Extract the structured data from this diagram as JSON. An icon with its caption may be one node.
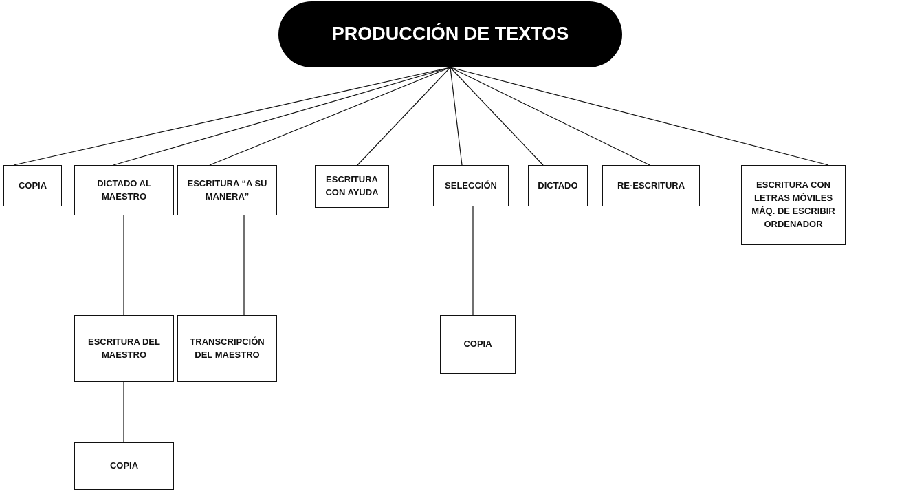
{
  "diagram": {
    "nodes": [
      {
        "text": [
          "PRODUCCIÓN DE TEXTOS"
        ]
      },
      {
        "text": [
          "COPIA"
        ]
      },
      {
        "text": [
          "DICTADO AL MAESTRO"
        ]
      },
      {
        "text": [
          "ESCRITURA “A SU MANERA”"
        ]
      },
      {
        "text": [
          "ESCRITURA CON AYUDA"
        ]
      },
      {
        "text": [
          "SELECCIÓN"
        ]
      },
      {
        "text": [
          "DICTADO"
        ]
      },
      {
        "text": [
          "RE-ESCRITURA"
        ]
      },
      {
        "text": [
          "ESCRITURA CON LETRAS MÓVILES MÁQ. DE ESCRIBIR ORDENADOR"
        ]
      },
      {
        "text": [
          "ESCRITURA DEL MAESTRO"
        ]
      },
      {
        "text": [
          "TRANSCRIPCIÓN DEL MAESTRO"
        ]
      },
      {
        "text": [
          "COPIA"
        ]
      },
      {
        "text": [
          "COPIA"
        ]
      }
    ],
    "edges": [
      {
        "from": 0,
        "to": 1,
        "arrow": "none"
      },
      {
        "from": 0,
        "to": 2,
        "arrow": "none"
      },
      {
        "from": 0,
        "to": 3,
        "arrow": "none"
      },
      {
        "from": 0,
        "to": 4,
        "arrow": "none"
      },
      {
        "from": 0,
        "to": 5,
        "arrow": "none"
      },
      {
        "from": 0,
        "to": 6,
        "arrow": "none"
      },
      {
        "from": 0,
        "to": 7,
        "arrow": "none"
      },
      {
        "from": 0,
        "to": 8,
        "arrow": "none"
      },
      {
        "from": 2,
        "to": 9,
        "arrow": "none"
      },
      {
        "from": 3,
        "to": 10,
        "arrow": "none"
      },
      {
        "from": 5,
        "to": 11,
        "arrow": "none"
      },
      {
        "from": 9,
        "to": 12,
        "arrow": "none"
      }
    ]
  }
}
